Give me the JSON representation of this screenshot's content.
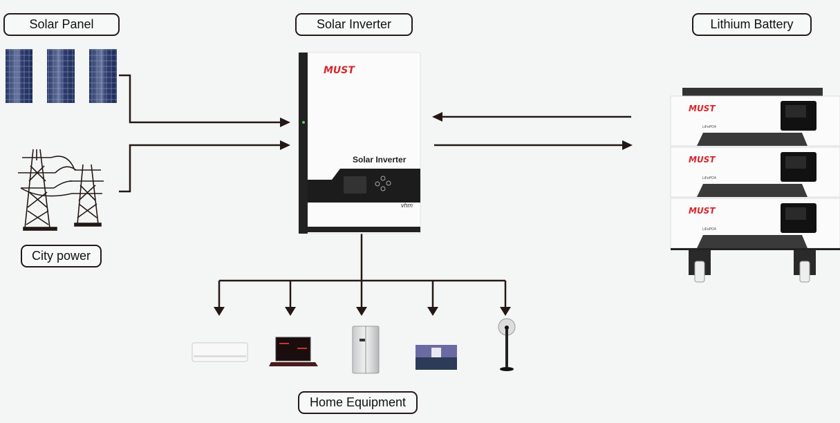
{
  "title": "Solar Inverter System Diagram",
  "nodes": {
    "solar_panel": {
      "label": "Solar Panel",
      "count": 3
    },
    "city_power": {
      "label": "City power"
    },
    "solar_inverter": {
      "label": "Solar Inverter",
      "brand": "MUST",
      "panel_text": "Solar Inverter",
      "badge": "vhm"
    },
    "lithium_battery": {
      "label": "Lithium Battery",
      "modules": 3,
      "brand": "MUST",
      "module_text": "LiFePO4"
    },
    "home_equipment": {
      "label": "Home Equipment",
      "items": [
        "air-conditioner",
        "laptop",
        "refrigerator",
        "television",
        "electric-fan"
      ]
    }
  },
  "connections": [
    {
      "from": "solar_panel",
      "to": "solar_inverter",
      "direction": "one-way"
    },
    {
      "from": "city_power",
      "to": "solar_inverter",
      "direction": "one-way"
    },
    {
      "from": "lithium_battery",
      "to": "solar_inverter",
      "direction": "one-way"
    },
    {
      "from": "solar_inverter",
      "to": "lithium_battery",
      "direction": "one-way"
    },
    {
      "from": "solar_inverter",
      "to": "home_equipment",
      "direction": "one-way"
    }
  ],
  "colors": {
    "line": "#231815",
    "brand_red": "#d9262c",
    "panel_blue": "#2b3a6b",
    "background": "#f4f5f5"
  }
}
